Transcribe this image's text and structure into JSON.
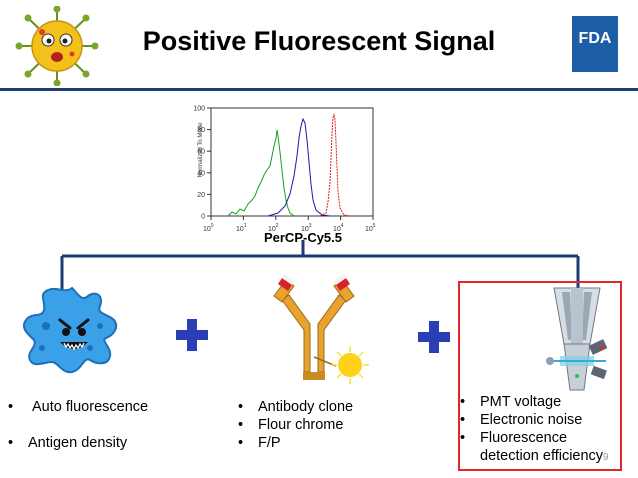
{
  "slide": {
    "title": "Positive Fluorescent Signal",
    "logo_text": "FDA",
    "page_number": "9"
  },
  "histogram": {
    "xlabel": "PerCP-Cy5.5",
    "ylabel": "Normalized To Mode",
    "y_ticks": [
      "0",
      "20",
      "40",
      "60",
      "80",
      "100"
    ],
    "x_ticks": [
      {
        "base": "10",
        "exp": "0"
      },
      {
        "base": "10",
        "exp": "1"
      },
      {
        "base": "10",
        "exp": "2"
      },
      {
        "base": "10",
        "exp": "3"
      },
      {
        "base": "10",
        "exp": "4"
      },
      {
        "base": "10",
        "exp": "5"
      }
    ],
    "colors": {
      "green": "#1aa01a",
      "blue": "#1a1aa8",
      "red": "#d81e1e"
    }
  },
  "factors": {
    "cell": [
      "Auto fluorescence",
      "Antigen density"
    ],
    "antibody": [
      "Antibody clone",
      "Flour chrome",
      "F/P"
    ],
    "instrument": [
      "PMT voltage",
      "Electronic noise",
      "Fluorescence detection efficiency"
    ]
  },
  "colors": {
    "accent_blue": "#2a3fb3",
    "rule_blue": "#1f3a73",
    "highlight_red": "#e8232a",
    "cell_blue": "#3aa0e8"
  }
}
